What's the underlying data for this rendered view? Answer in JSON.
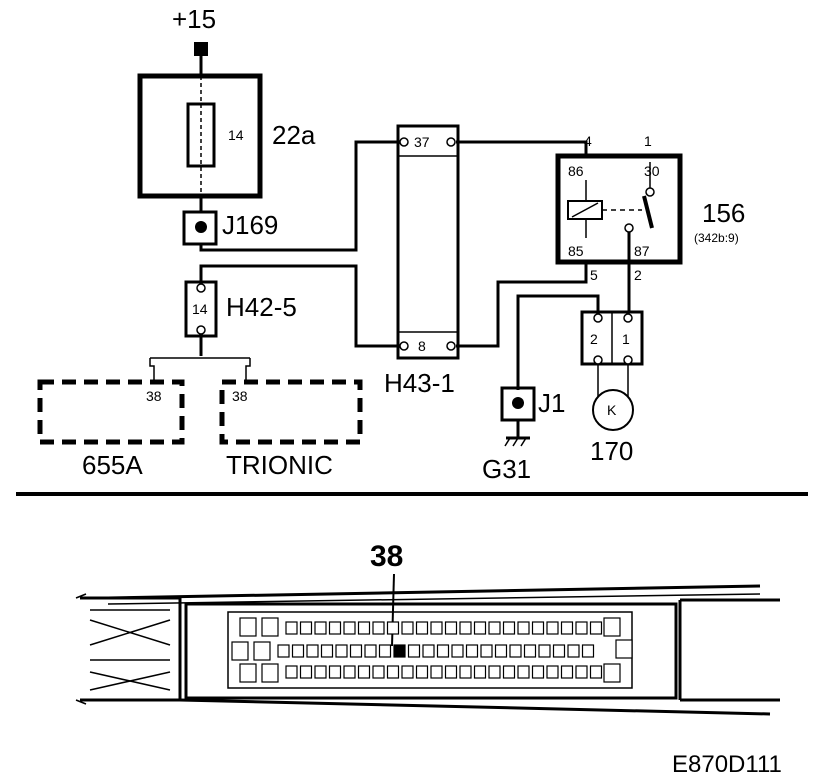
{
  "labels": {
    "supply": "+15",
    "fuse": "22a",
    "fuse_pin": "14",
    "j169": "J169",
    "h42": "H42-5",
    "h42_pin": "14",
    "ecu1": "655A",
    "ecu1_pin": "38",
    "ecu2": "TRIONIC",
    "ecu2_pin": "38",
    "h43": "H43-1",
    "h43_pin_top": "37",
    "h43_pin_bottom": "8",
    "relay": "156",
    "relay_ref": "(342b:9)",
    "relay_pins": {
      "p4": "4",
      "p1": "1",
      "p86": "86",
      "p30": "30",
      "p85": "85",
      "p87": "87",
      "p5": "5",
      "p2": "2"
    },
    "conn_pins": {
      "left": "2",
      "right": "1"
    },
    "ground": "G31",
    "j1": "J1",
    "motor": "170",
    "motor_symbol": "K",
    "connector_pin": "38",
    "code": "E870D111"
  }
}
